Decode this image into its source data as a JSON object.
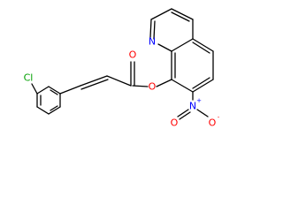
{
  "molecule": {
    "atoms": {
      "chlorine": {
        "label": "Cl",
        "color": "#00a000"
      },
      "carbonyl_oxygen": {
        "label": "O",
        "color": "#ff0000"
      },
      "ester_oxygen": {
        "label": "O",
        "color": "#ff0000"
      },
      "quinoline_nitrogen": {
        "label": "N",
        "color": "#0000ff"
      },
      "nitro_nitrogen": {
        "label": "N",
        "charge": "+",
        "color": "#0000ff"
      },
      "nitro_oxygen_double": {
        "label": "O",
        "color": "#ff0000"
      },
      "nitro_oxygen_single": {
        "label": "O",
        "charge": "-",
        "color": "#ff0000"
      }
    },
    "bond_color": "#000000"
  }
}
